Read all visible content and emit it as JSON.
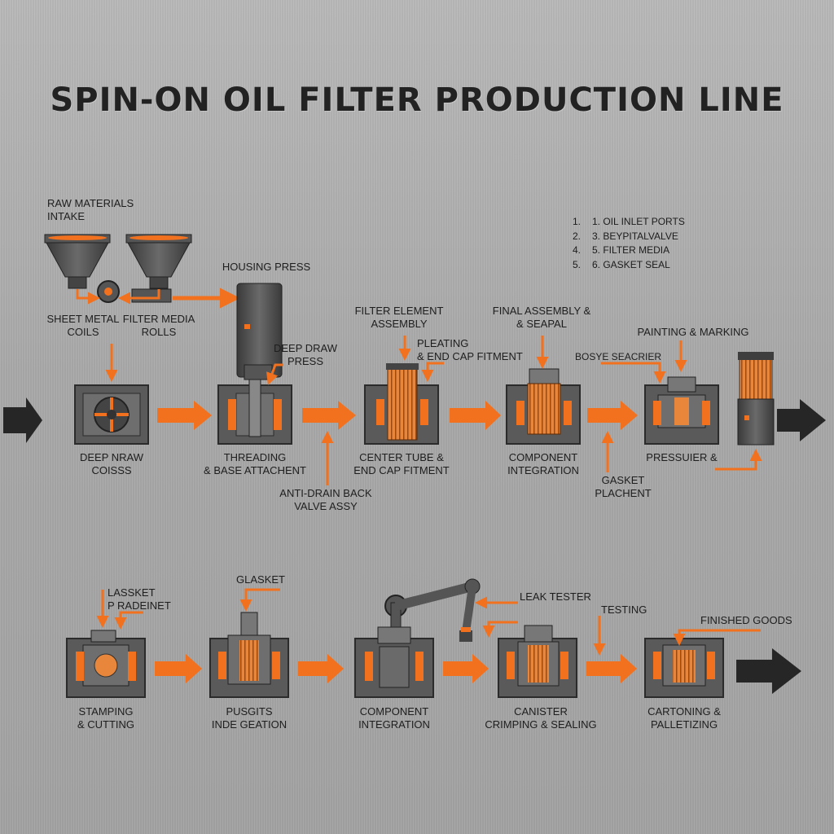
{
  "title": "SPIN-ON OIL FILTER PRODUCTION LINE",
  "colors": {
    "accent": "#f2711e",
    "machine": "#4d4d4d",
    "machine_dark": "#2f2f2f",
    "background": "#adadad"
  },
  "top_labels": {
    "raw_intake": {
      "l1": "RAW MATERIALS",
      "l2": "INTAKE"
    },
    "sheet_metal": {
      "l1": "SHEET METAL",
      "l2": "COILS"
    },
    "filter_media": {
      "l1": "FILTER MEDIA",
      "l2": "ROLLS"
    },
    "housing_press": {
      "l1": "HOUSING PRESS"
    },
    "deep_draw_press": {
      "l1": "DEEP DRAW",
      "l2": "PRESS"
    },
    "filter_element": {
      "l1": "FILTER ELEMENT",
      "l2": "ASSEMBLY"
    },
    "pleating": {
      "l1": "PLEATING",
      "l2": "& END CAP FITMENT"
    },
    "final_assembly": {
      "l1": "FINAL ASSEMBLY &",
      "l2": "& SEAPAL"
    },
    "painting": {
      "l1": "PAINTING & MARKING"
    },
    "bosye": {
      "l1": "BOSYE SEACRIER"
    }
  },
  "legend": [
    {
      "num": "1.",
      "text": "1. OIL INLET PORTS"
    },
    {
      "num": "2.",
      "text": "3. BEYPITALVALVE"
    },
    {
      "num": "4.",
      "text": "5. FILTER MEDIA"
    },
    {
      "num": "5.",
      "text": "6. GASKET SEAL"
    }
  ],
  "row1_stations": [
    {
      "l1": "DEEP NRAW",
      "l2": "COISSS"
    },
    {
      "l1": "THREADING",
      "l2": "& BASE ATTACHENT"
    },
    {
      "l1": "CENTER TUBE &",
      "l2": "END CAP FITMENT"
    },
    {
      "l1": "COMPONENT",
      "l2": "INTEGRATION"
    },
    {
      "l1": "PRESSUIER &",
      "l2": ""
    }
  ],
  "row1_extras": {
    "anti_drain": {
      "l1": "ANTI-DRAIN BACK",
      "l2": "VALVE ASSY"
    },
    "gasket_placement": {
      "l1": "GASKET",
      "l2": "PLACHENT"
    }
  },
  "row2_top_labels": {
    "gasket_radeinet": {
      "l1": "LASSKET",
      "l2": "P RADEINET"
    },
    "gasket": {
      "l1": "GLASKET"
    },
    "leak_tester": {
      "l1": "LEAK TESTER"
    },
    "testing": {
      "l1": "TESTING"
    },
    "finished_goods": {
      "l1": "FINISHED GOODS"
    }
  },
  "row2_stations": [
    {
      "l1": "STAMPING",
      "l2": "& CUTTING"
    },
    {
      "l1": "PUSGITS",
      "l2": "INDE GEATION"
    },
    {
      "l1": "COMPONENT",
      "l2": "INTEGRATION"
    },
    {
      "l1": "CANISTER",
      "l2": "CRIMPING & SEALING"
    },
    {
      "l1": "CARTONING &",
      "l2": "PALLETIZING"
    }
  ]
}
